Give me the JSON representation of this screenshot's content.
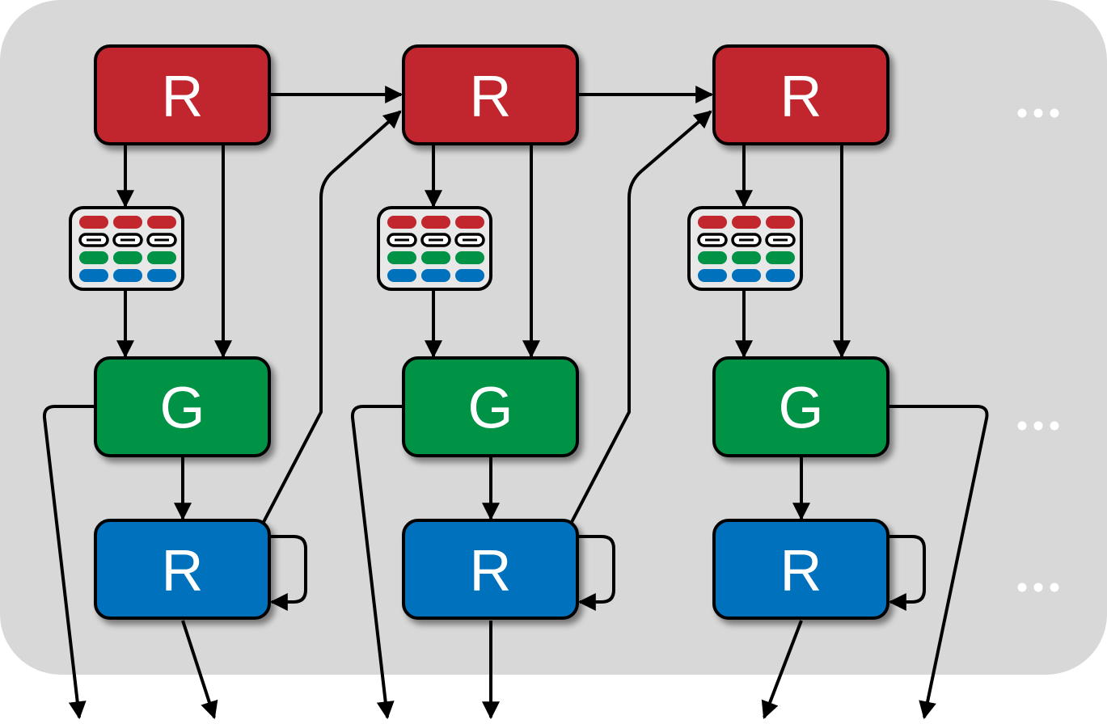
{
  "diagram": {
    "title": "Recurrent generation pipeline",
    "colors": {
      "background": "#d8d8d8",
      "red": "#c1272d",
      "green": "#009245",
      "blue": "#0071bc",
      "stroke": "#000000",
      "text": "#ffffff",
      "ellipsis": "#ffffff"
    },
    "columns": [
      {
        "top_label": "R",
        "middle_label": "G",
        "bottom_label": "R"
      },
      {
        "top_label": "R",
        "middle_label": "G",
        "bottom_label": "R"
      },
      {
        "top_label": "R",
        "middle_label": "G",
        "bottom_label": "R"
      }
    ],
    "grid_icon_rows": [
      "red",
      "outline",
      "green",
      "blue"
    ],
    "continuation": [
      "...",
      "...",
      "..."
    ]
  }
}
